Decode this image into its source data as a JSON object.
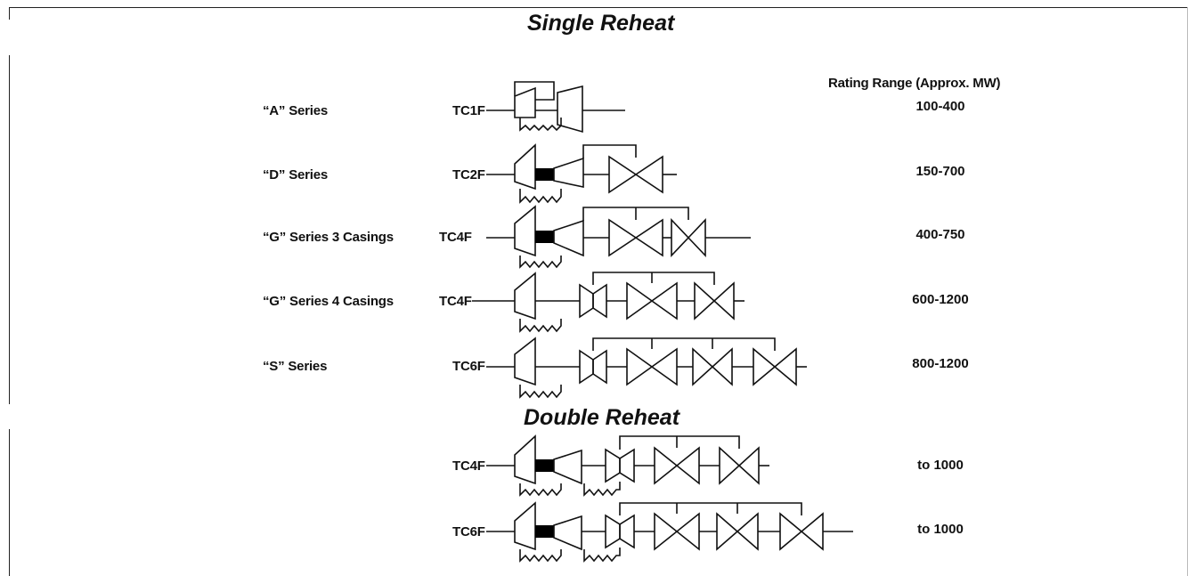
{
  "titles": {
    "single_reheat": "Single Reheat",
    "double_reheat": "Double Reheat"
  },
  "rating_header": "Rating Range (Approx. MW)",
  "single_reheat_rows": [
    {
      "series": "“A” Series",
      "code": "TC1F",
      "rating": "100-400"
    },
    {
      "series": "“D” Series",
      "code": "TC2F",
      "rating": "150-700"
    },
    {
      "series": "“G” Series 3 Casings",
      "code": "TC4F",
      "rating": "400-750"
    },
    {
      "series": "“G” Series 4 Casings",
      "code": "TC4F",
      "rating": "600-1200"
    },
    {
      "series": "“S” Series",
      "code": "TC6F",
      "rating": "800-1200"
    }
  ],
  "double_reheat_rows": [
    {
      "code": "TC4F",
      "rating": "to 1000"
    },
    {
      "code": "TC6F",
      "rating": "to 1000"
    }
  ],
  "colors": {
    "ink": "#111111",
    "background": "#ffffff"
  }
}
